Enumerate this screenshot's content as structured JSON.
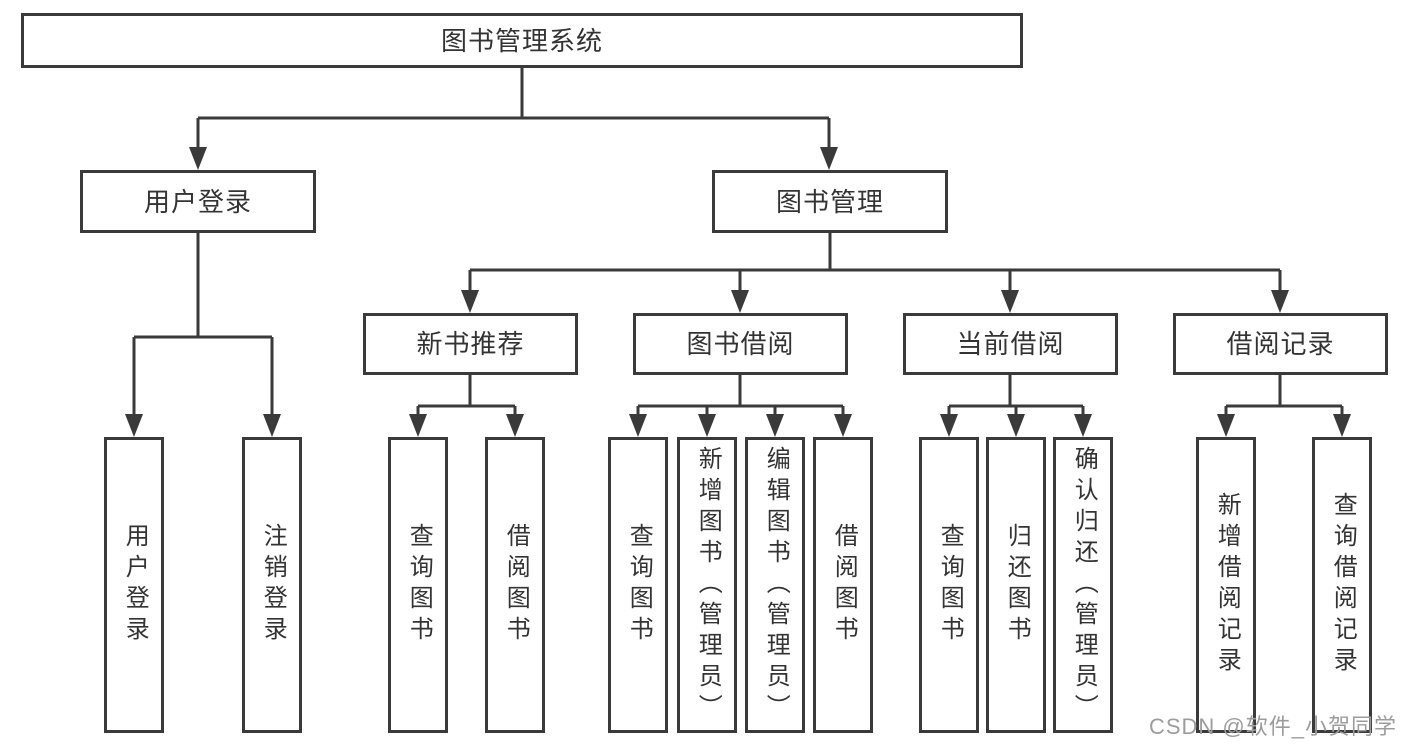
{
  "diagram": {
    "root": {
      "label": "图书管理系统"
    },
    "level2": [
      {
        "label": "用户登录"
      },
      {
        "label": "图书管理"
      }
    ],
    "level3": [
      {
        "label": "新书推荐"
      },
      {
        "label": "图书借阅"
      },
      {
        "label": "当前借阅"
      },
      {
        "label": "借阅记录"
      }
    ],
    "leaves": {
      "login": [
        {
          "label": "用户登录"
        },
        {
          "label": "注销登录"
        }
      ],
      "new_books": [
        {
          "label": "查询图书"
        },
        {
          "label": "借阅图书"
        }
      ],
      "borrowing": [
        {
          "label": "查询图书"
        },
        {
          "label": "新增图书（管理员）"
        },
        {
          "label": "编辑图书（管理员）"
        },
        {
          "label": "借阅图书"
        }
      ],
      "current": [
        {
          "label": "查询图书"
        },
        {
          "label": "归还图书"
        },
        {
          "label": "确认归还（管理员）"
        }
      ],
      "records": [
        {
          "label": "新增借阅记录"
        },
        {
          "label": "查询借阅记录"
        }
      ]
    },
    "watermark": "CSDN @软件_小贺同学",
    "colors": {
      "line": "#3a3a3a",
      "box_border": "#3a3a3a",
      "text": "#333333",
      "background": "#ffffff",
      "watermark": "#9c9c9c"
    }
  }
}
